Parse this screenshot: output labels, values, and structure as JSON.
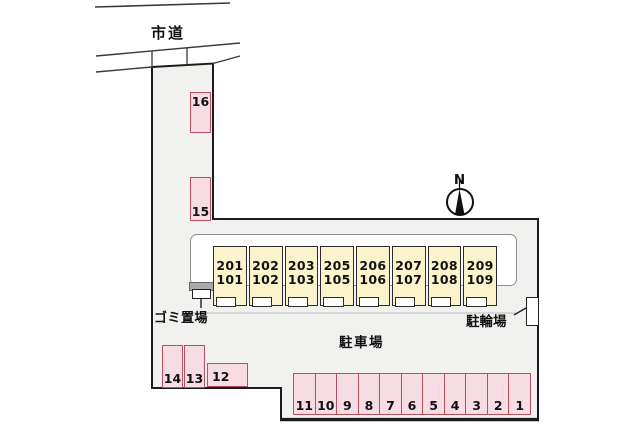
{
  "site": {
    "road_label": "市道",
    "area_labels": {
      "garbage": "ゴミ置場",
      "parking": "駐車場",
      "bicycle": "駐輪場"
    },
    "compass_label": "N"
  },
  "building": {
    "units": [
      {
        "upper": "201",
        "lower": "101"
      },
      {
        "upper": "202",
        "lower": "102"
      },
      {
        "upper": "203",
        "lower": "103"
      },
      {
        "upper": "205",
        "lower": "105"
      },
      {
        "upper": "206",
        "lower": "106"
      },
      {
        "upper": "207",
        "lower": "107"
      },
      {
        "upper": "208",
        "lower": "108"
      },
      {
        "upper": "209",
        "lower": "109"
      }
    ]
  },
  "parking_spaces": {
    "left_column": [
      "16",
      "15"
    ],
    "southwest": [
      "14",
      "13",
      "12"
    ],
    "bottom_row": [
      "11",
      "10",
      "9",
      "8",
      "7",
      "6",
      "5",
      "4",
      "3",
      "2",
      "1"
    ]
  },
  "colors": {
    "site_fill": "#f1f1ef",
    "site_stroke": "#1b1b1b",
    "space_fill": "#f8dce4",
    "space_border": "#bb4f62",
    "building_fill": "#faf3cc",
    "building_outline_gray": "#8e8e8e"
  }
}
